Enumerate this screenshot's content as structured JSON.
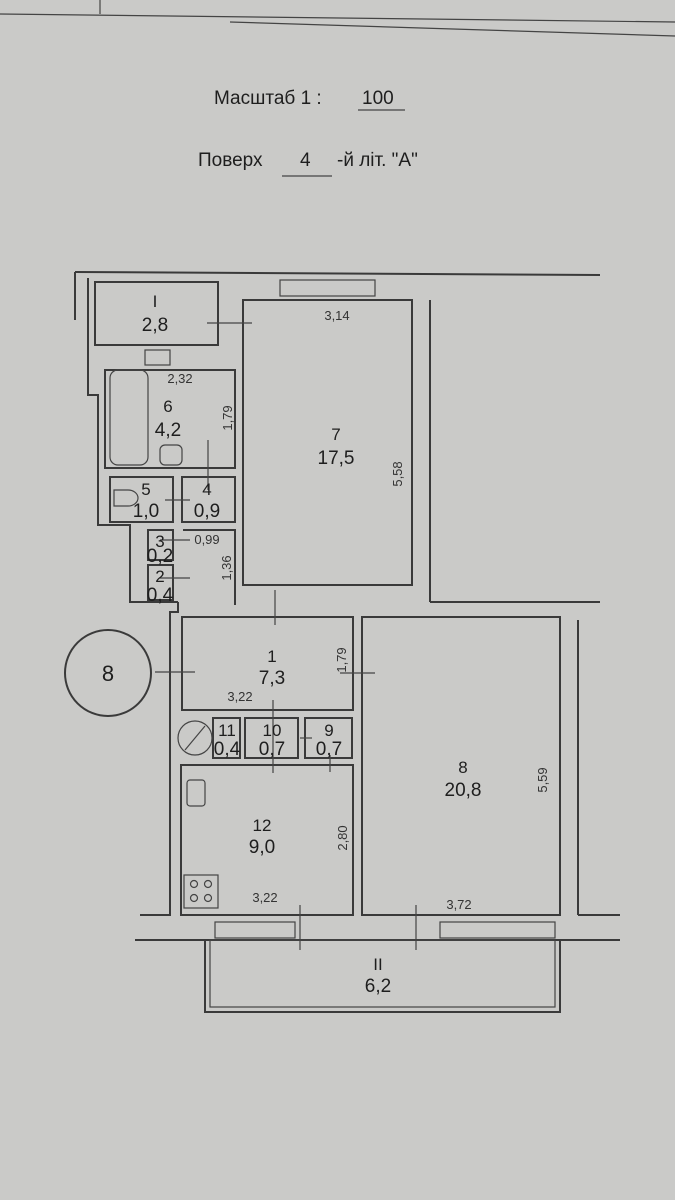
{
  "header": {
    "scale_label": "Масштаб  1 :",
    "scale_value": "100",
    "floor_label": "Поверх",
    "floor_value": "4",
    "floor_suffix": "-й літ. \"А\""
  },
  "rooms": [
    {
      "number": "I",
      "area": "2,8"
    },
    {
      "number": "7",
      "area": "17,5"
    },
    {
      "number": "6",
      "area": "4,2"
    },
    {
      "number": "5",
      "area": "1,0"
    },
    {
      "number": "4",
      "area": "0,9"
    },
    {
      "number": "3",
      "area": "0,2"
    },
    {
      "number": "2",
      "area": "0,4"
    },
    {
      "number": "1",
      "area": "7,3"
    },
    {
      "number": "11",
      "area": "0,4"
    },
    {
      "number": "10",
      "area": "0,7"
    },
    {
      "number": "9",
      "area": "0,7"
    },
    {
      "number": "12",
      "area": "9,0"
    },
    {
      "number": "8",
      "area": "20,8"
    },
    {
      "number": "II",
      "area": "6,2"
    }
  ],
  "dimensions": [
    "3,14",
    "2,32",
    "1,79",
    "5,58",
    "0,99",
    "1,36",
    "1,79",
    "3,22",
    "5,59",
    "2,80",
    "3,22",
    "3,72"
  ],
  "stair_marker": "8"
}
